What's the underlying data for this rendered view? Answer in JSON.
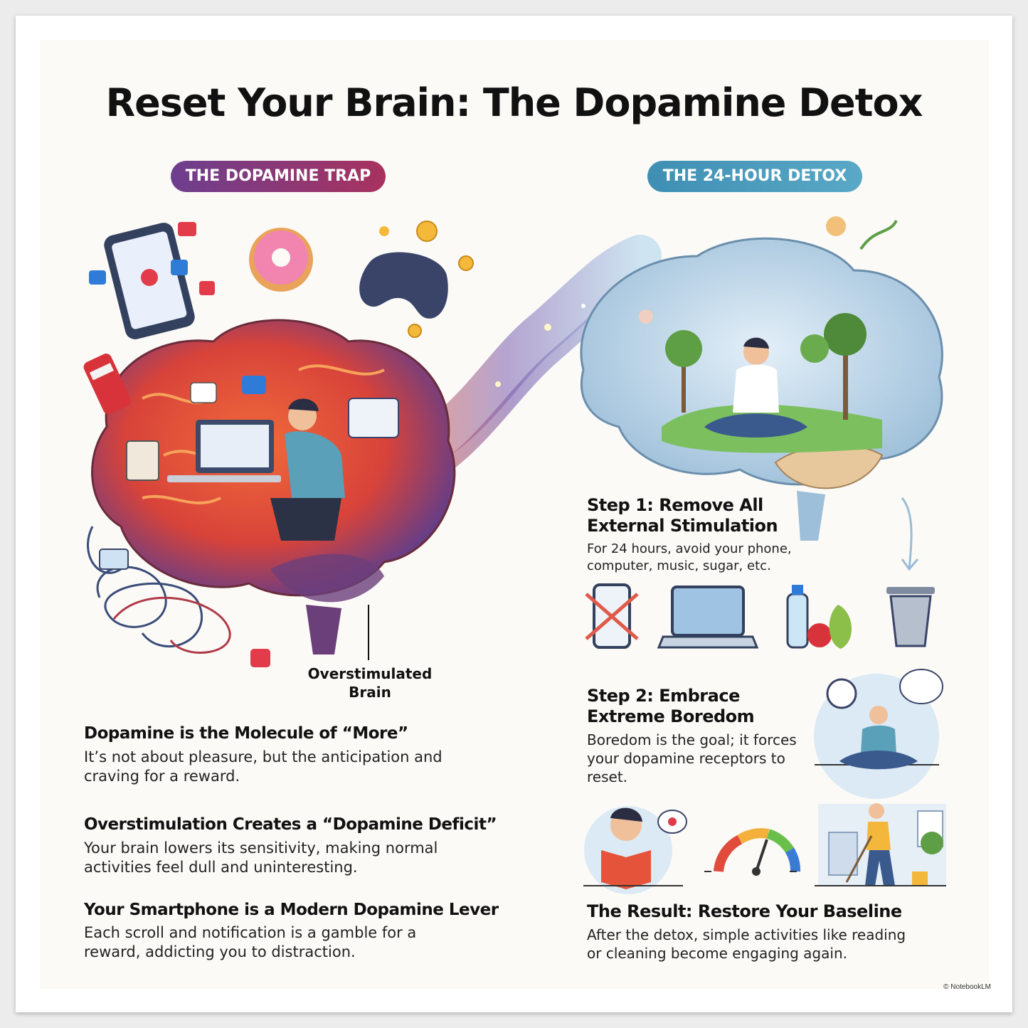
{
  "title": "Reset Your Brain: The Dopamine Detox",
  "left": {
    "badge": "THE DOPAMINE TRAP",
    "brain_label_line1": "Overstimulated",
    "brain_label_line2": "Brain",
    "points": [
      {
        "heading": "Dopamine is the Molecule of “More”",
        "line1": "It’s not about pleasure, but the anticipation and",
        "line2": "craving for a reward."
      },
      {
        "heading": "Overstimulation Creates a “Dopamine Deficit”",
        "line1": "Your brain lowers its sensitivity, making normal",
        "line2": "activities feel dull and uninteresting."
      },
      {
        "heading": "Your Smartphone is a Modern Dopamine Lever",
        "line1": "Each scroll and notification is a gamble for a",
        "line2": "reward, addicting you to distraction."
      }
    ]
  },
  "right": {
    "badge": "THE 24-HOUR DETOX",
    "step1": {
      "heading1": "Step 1: Remove All",
      "heading2": "External Stimulation",
      "line1": "For 24 hours, avoid your phone,",
      "line2": "computer, music, sugar, etc."
    },
    "step2": {
      "heading1": "Step 2: Embrace",
      "heading2": "Extreme Boredom",
      "line1": "Boredom is the goal; it forces",
      "line2": "your dopamine receptors to",
      "line3": "reset."
    },
    "result": {
      "heading": "The Result: Restore Your Baseline",
      "line1": "After the detox, simple activities like reading",
      "line2": "or cleaning become engaging again."
    }
  },
  "credit": "© NotebookLM",
  "icons": [
    "smartphone-icon",
    "heart-icon",
    "donut-icon",
    "game-controller-icon",
    "coin-icon",
    "soda-can-icon",
    "laptop-icon",
    "cable-icon",
    "crossed-phone-icon",
    "water-bottle-icon",
    "apple-icon",
    "pear-icon",
    "trash-bin-icon",
    "clock-icon",
    "book-thought-icon",
    "meditating-person-icon",
    "reading-person-icon",
    "gauge-icon",
    "cleaning-person-icon",
    "tree-icon",
    "flower-icon",
    "arrow-down-icon"
  ],
  "colors": {
    "trap_start": "#6d3f8e",
    "trap_end": "#a8325f",
    "detox_start": "#3f8fb4",
    "detox_end": "#5aa8c6",
    "hot_brain": "#e0553a",
    "calm_brain": "#b9d3e6"
  }
}
